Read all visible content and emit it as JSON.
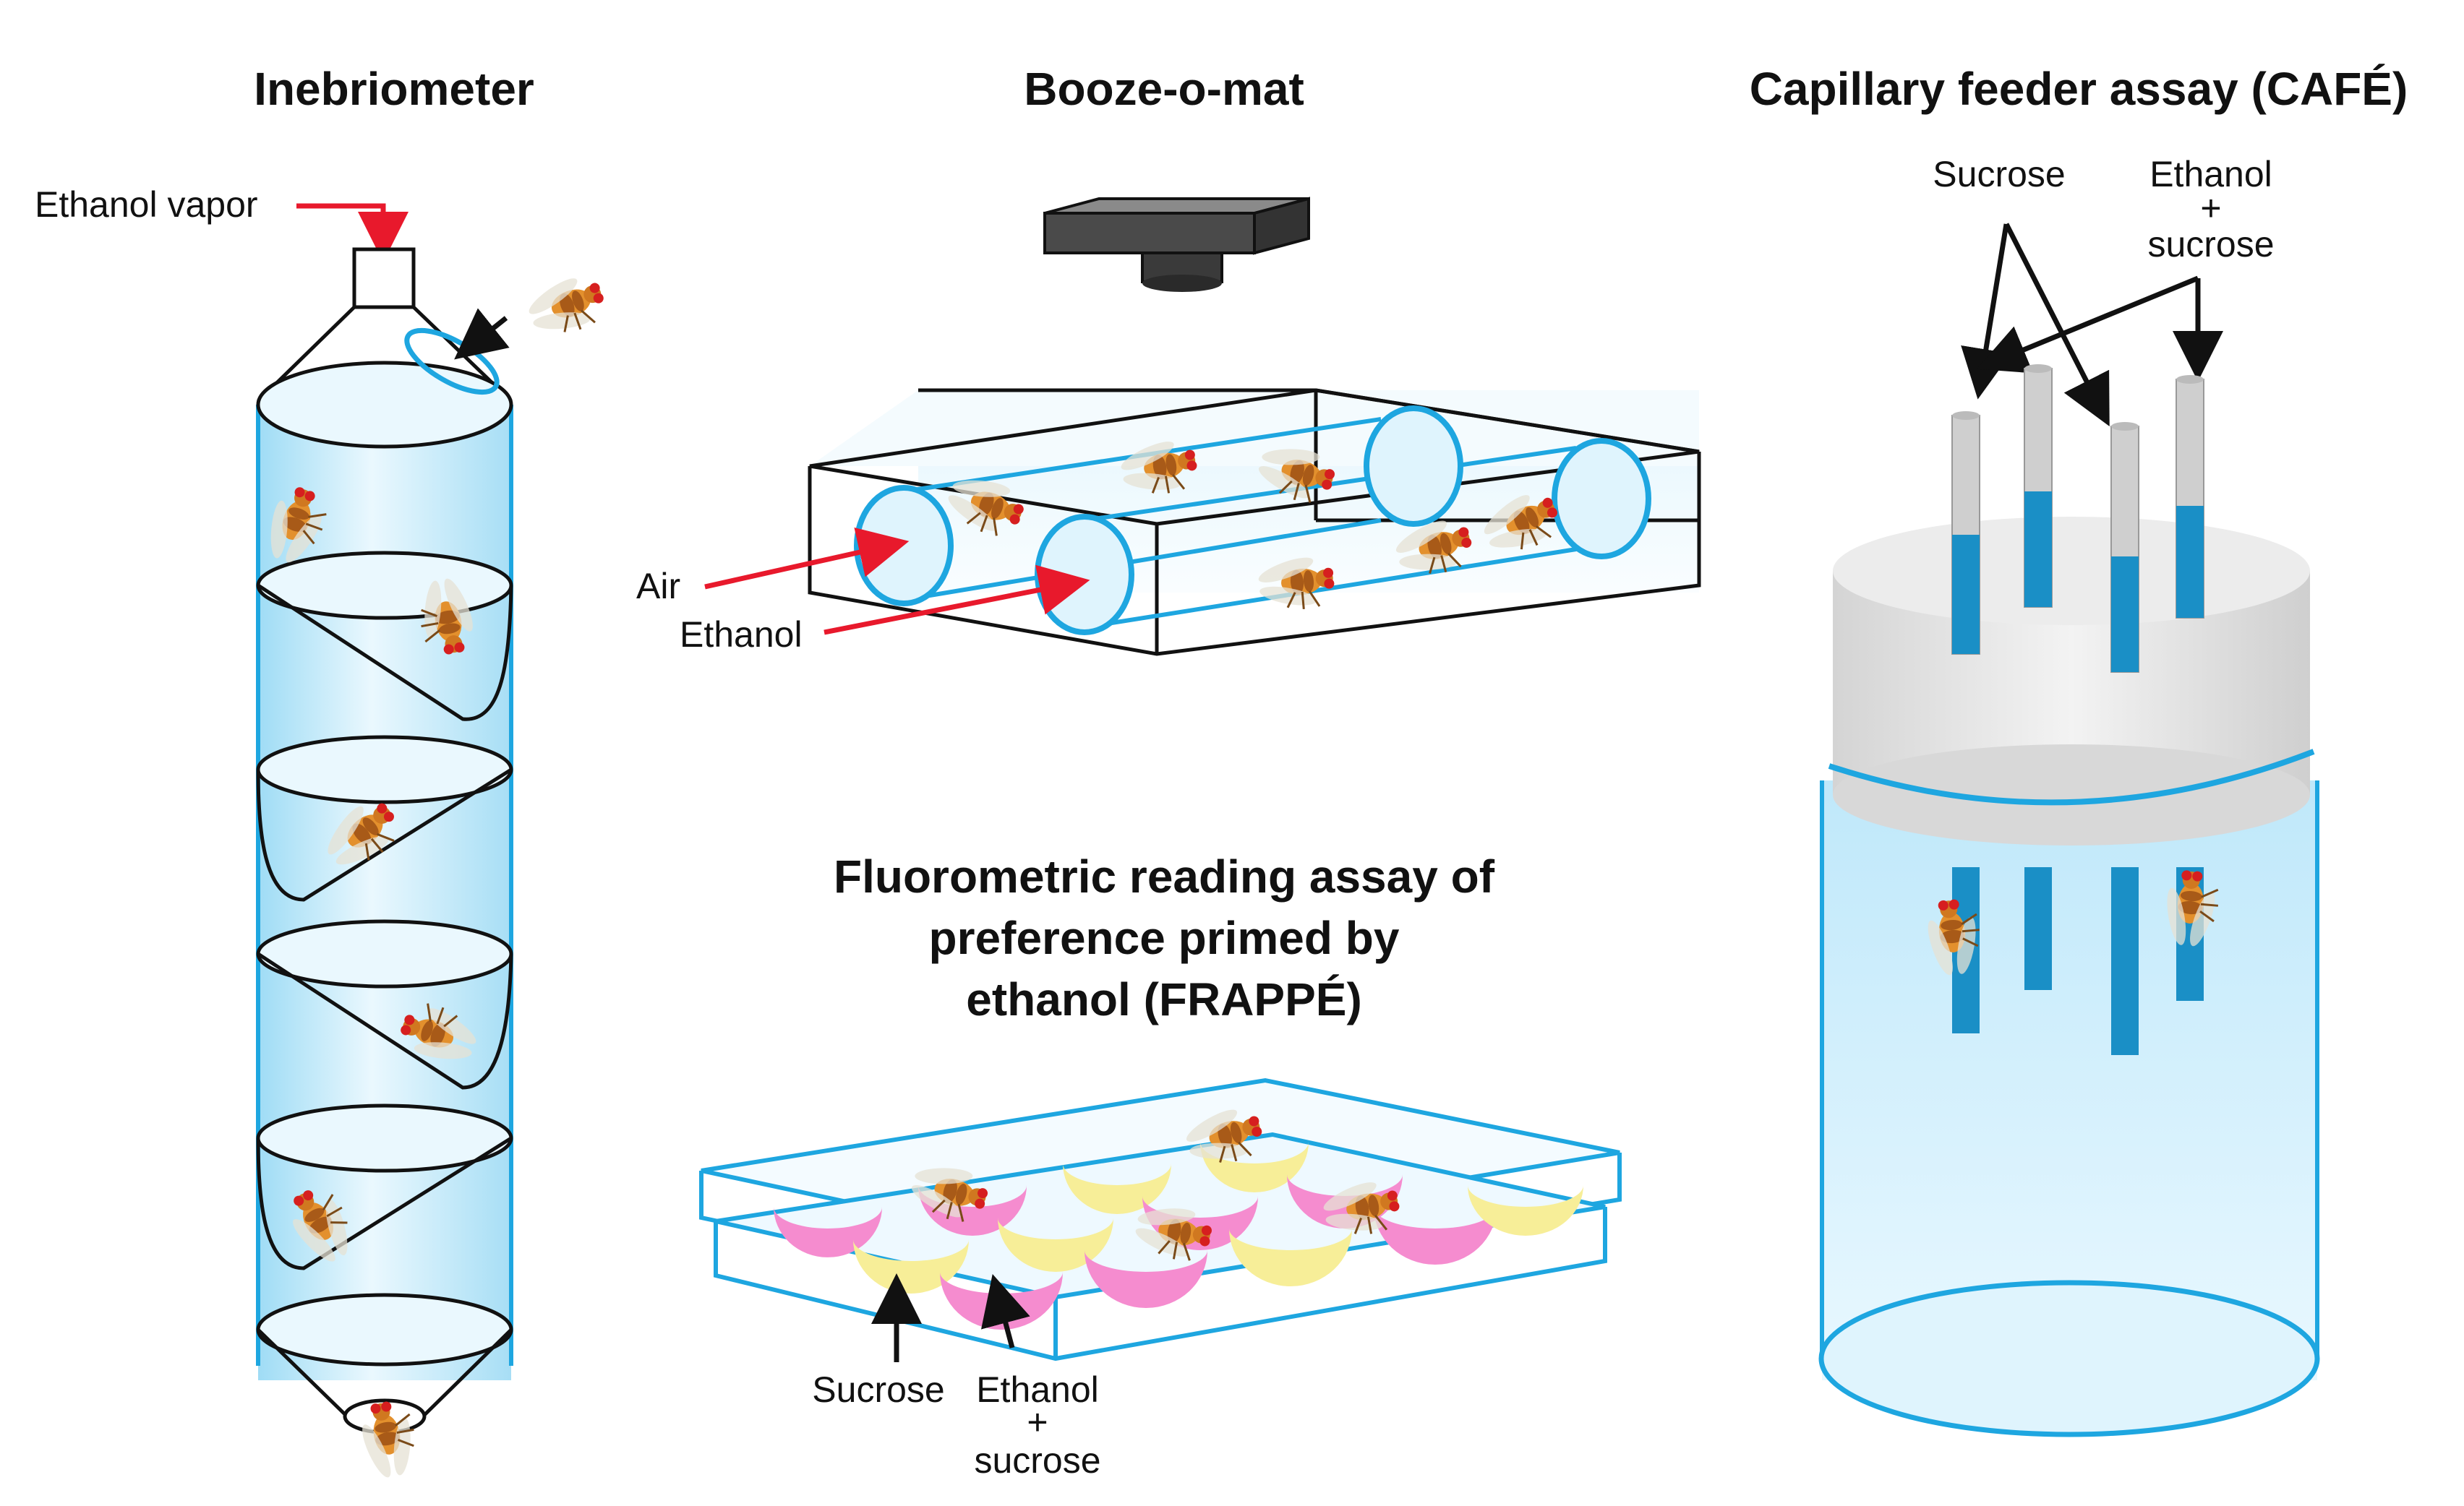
{
  "panels": {
    "inebriometer": {
      "title": "Inebriometer",
      "vapor_label": "Ethanol vapor"
    },
    "booze": {
      "title": "Booze-o-mat",
      "air_label": "Air",
      "ethanol_label": "Ethanol"
    },
    "cafe": {
      "title": "Capillary feeder assay (CAFÉ)",
      "sucrose_label": "Sucrose",
      "ethanol_line1": "Ethanol",
      "ethanol_line2": "+",
      "ethanol_line3": "sucrose"
    },
    "frappe": {
      "title_line1": "Fluorometric reading assay of",
      "title_line2": "preference primed by",
      "title_line3": "ethanol (FRAPPÉ)",
      "sucrose_label": "Sucrose",
      "ethanol_line1": "Ethanol",
      "ethanol_line2": "+",
      "ethanol_line3": "sucrose"
    }
  },
  "colors": {
    "blue_outline": "#1ea6e0",
    "red_arrow": "#e8192c",
    "capillary_fill": "#1a8fc6",
    "pink_well": "#f58ccf",
    "yellow_well": "#f7ee98"
  }
}
